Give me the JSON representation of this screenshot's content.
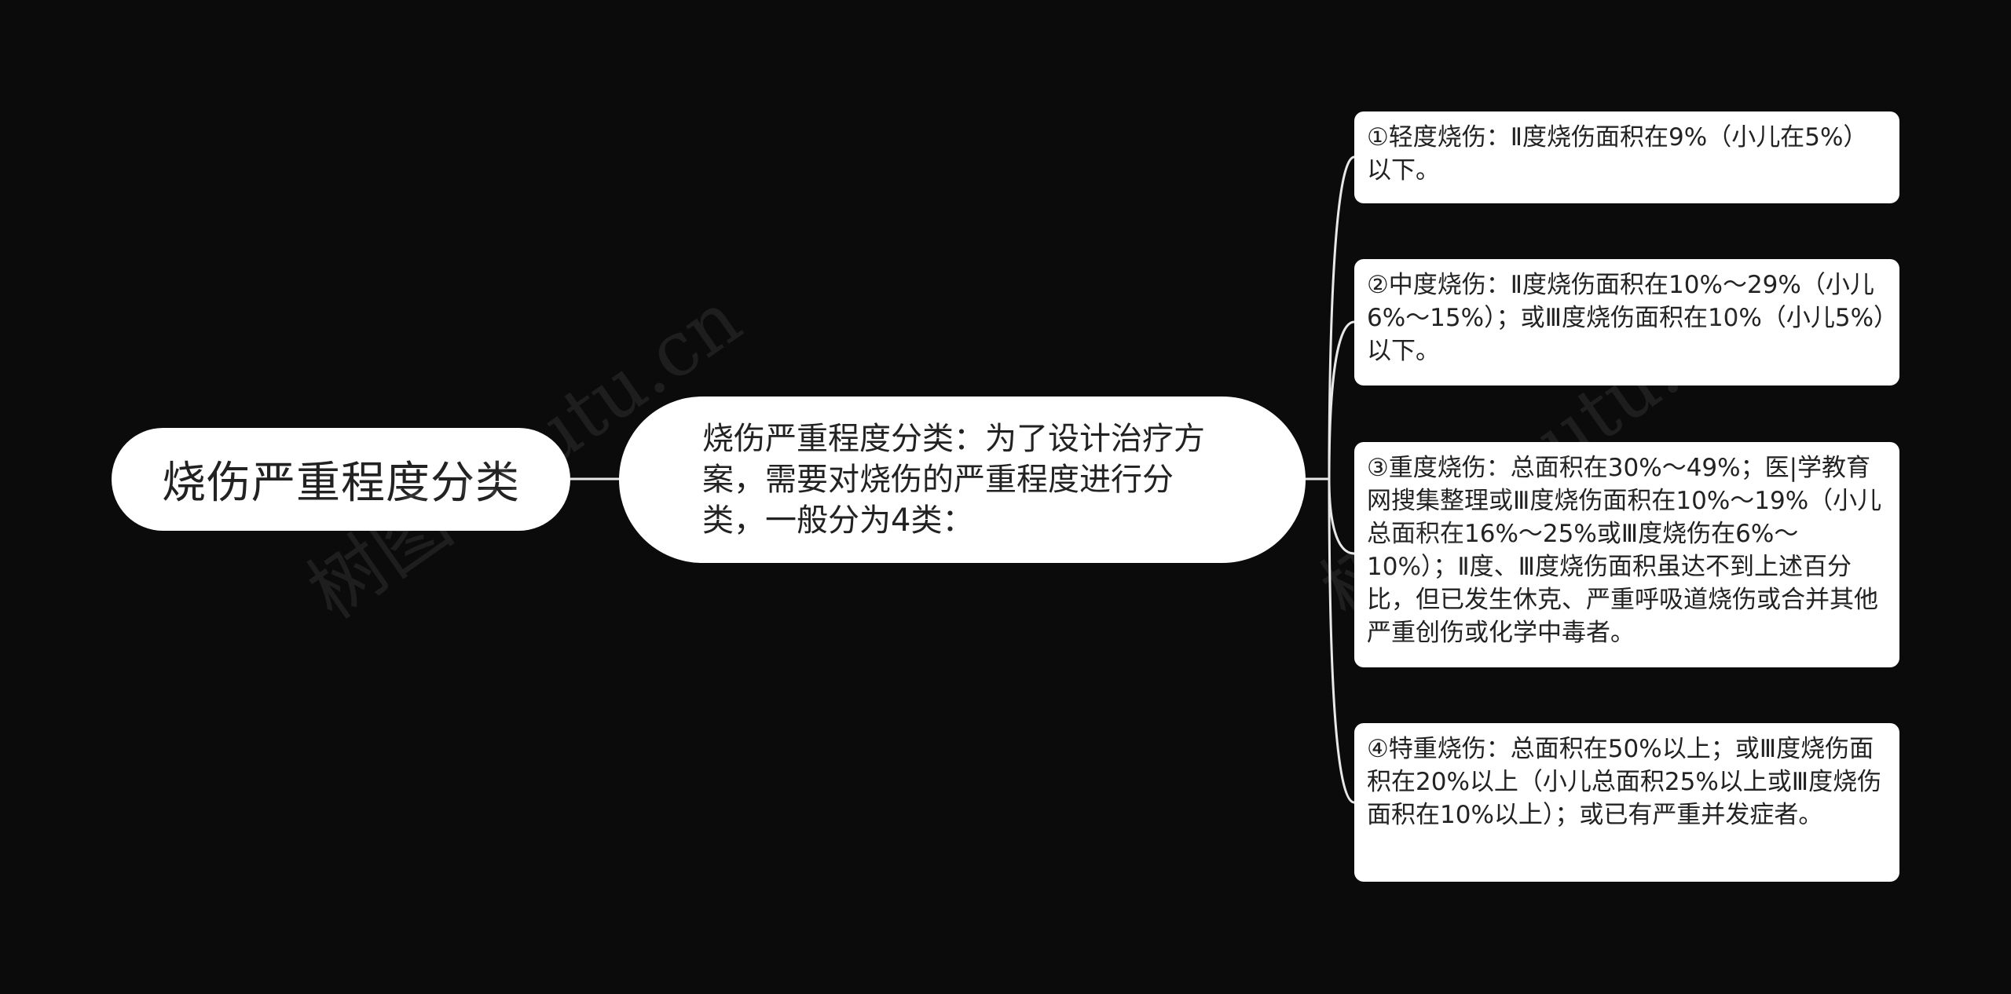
{
  "root": {
    "label": "烧伤严重程度分类"
  },
  "mid": {
    "label": "烧伤严重程度分类：为了设计治疗方案，需要对烧伤的严重程度进行分类，一般分为4类："
  },
  "leaves": [
    {
      "label": "①轻度烧伤：Ⅱ度烧伤面积在9%（小儿在5%）以下。"
    },
    {
      "label": "②中度烧伤：Ⅱ度烧伤面积在10%～29%（小儿6%～15%）；或Ⅲ度烧伤面积在10%（小儿5%）以下。"
    },
    {
      "label": "③重度烧伤：总面积在30%～49%；医|学教育网搜集整理或Ⅲ度烧伤面积在10%～19%（小儿总面积在16%～25%或Ⅲ度烧伤在6%～10%）；Ⅱ度、Ⅲ度烧伤面积虽达不到上述百分比，但已发生休克、严重呼吸道烧伤或合并其他严重创伤或化学中毒者。"
    },
    {
      "label": "④特重烧伤：总面积在50%以上；或Ⅲ度烧伤面积在20%以上（小儿总面积25%以上或Ⅲ度烧伤面积在10%以上）；或已有严重并发症者。"
    }
  ],
  "watermarks": [
    "树图 shutu.cn",
    "树图 shutu.cn"
  ],
  "colors": {
    "background": "#0b0b0b",
    "node_fill": "#ffffff",
    "node_text": "#222222",
    "connector": "#e8e8e8"
  }
}
